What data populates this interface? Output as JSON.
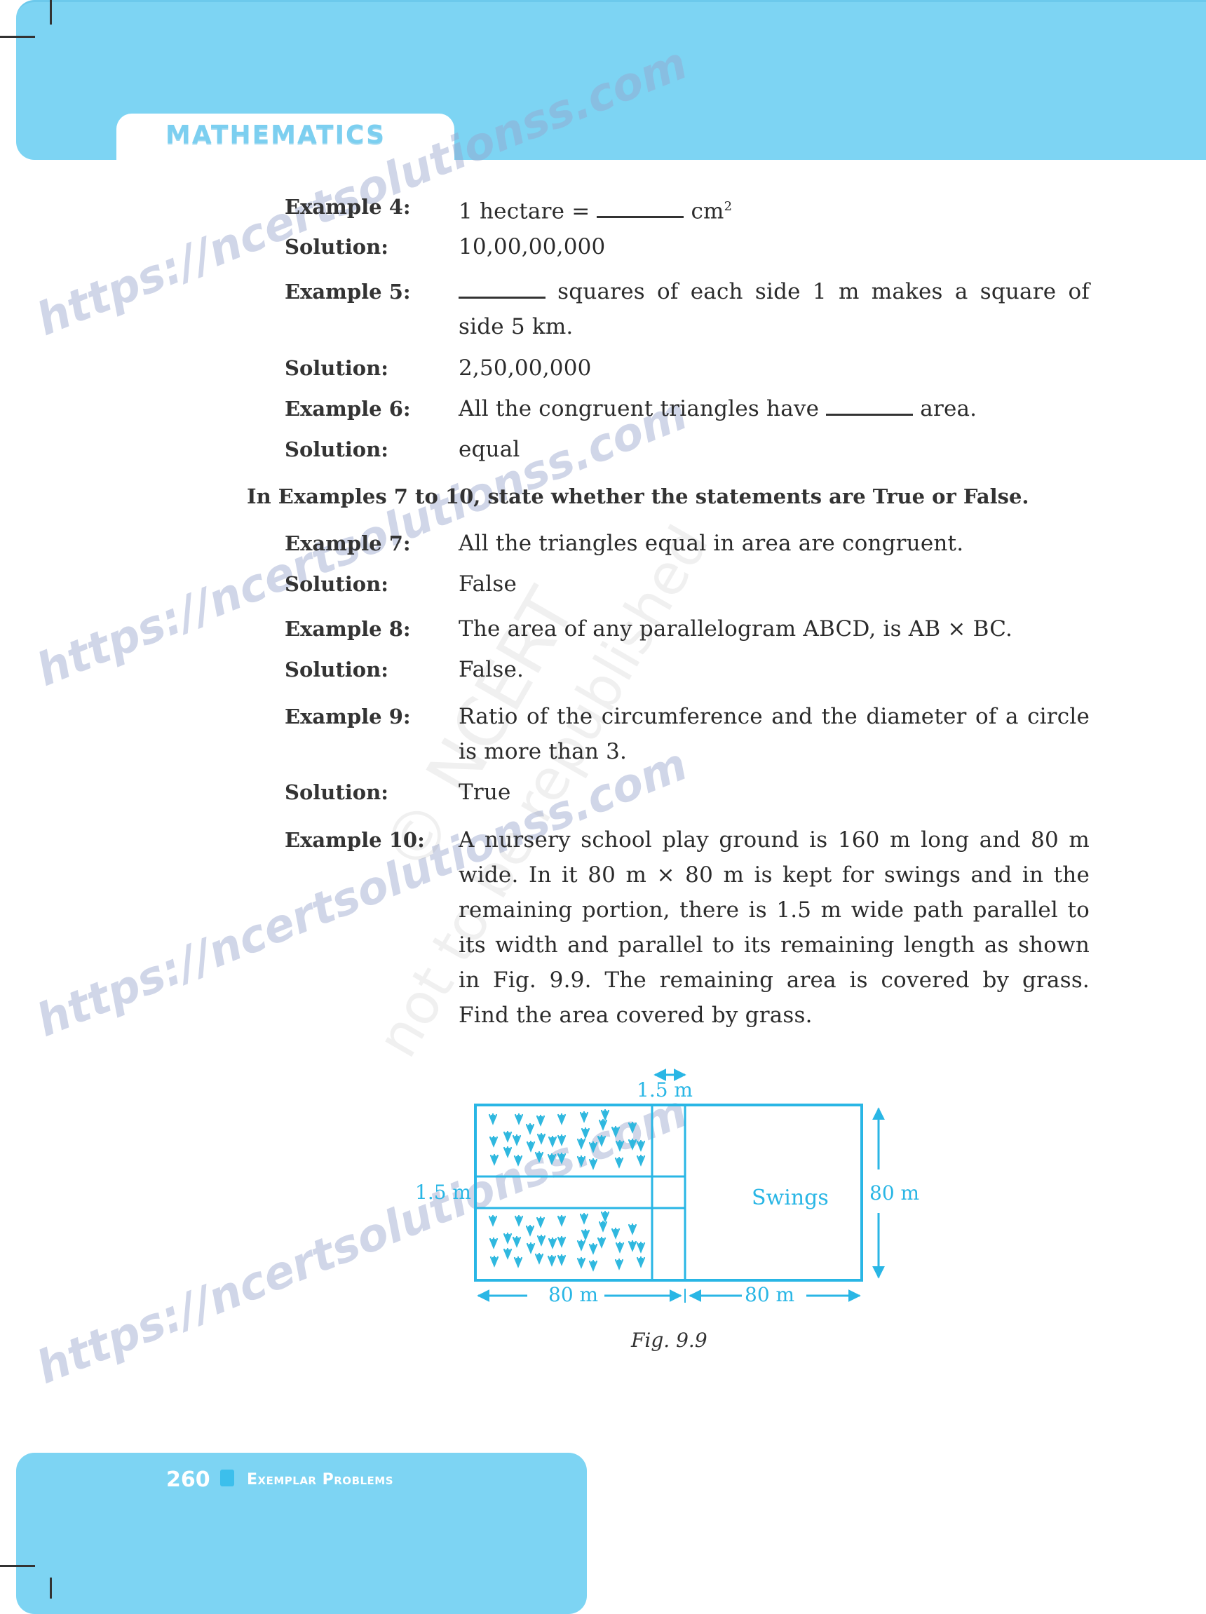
{
  "header": {
    "subject": "MATHEMATICS"
  },
  "watermarks": {
    "site": "https://ncertsolutionss.com",
    "ncert_line1": "© NCERT",
    "ncert_line2": "not to be republished"
  },
  "examples_a": [
    {
      "label": "Example 4:",
      "question_pre": "1 hectare = ",
      "question_post": " cm",
      "question_sup": "2",
      "solution_label": "Solution:",
      "solution": "10,00,00,000"
    },
    {
      "label": "Example 5:",
      "question_pre": "",
      "question_post": " squares of each side 1 m makes a square of side 5 km.",
      "solution_label": "Solution:",
      "solution": "2,50,00,000"
    },
    {
      "label": "Example 6:",
      "question_pre": "All the congruent triangles have ",
      "question_post": " area.",
      "solution_label": "Solution:",
      "solution": "equal"
    }
  ],
  "instruction": "In Examples 7 to 10, state whether the statements are True or False.",
  "examples_b": [
    {
      "label": "Example 7:",
      "question": "All the triangles equal in area are congruent.",
      "solution_label": "Solution:",
      "solution": "False"
    },
    {
      "label": "Example 8:",
      "question": "The area of any parallelogram ABCD, is AB × BC.",
      "solution_label": "Solution:",
      "solution": "False."
    },
    {
      "label": "Example 9:",
      "question": "Ratio of the circumference and the diameter of a circle is more than 3.",
      "solution_label": "Solution:",
      "solution": "True"
    },
    {
      "label": "Example 10:",
      "question": "A nursery school play ground is 160 m long and 80 m wide. In it 80 m × 80 m is kept for swings and in the remaining portion, there is 1.5 m wide path parallel to its width and parallel to its remaining length as shown in Fig. 9.9. The remaining area is covered by grass. Find the area covered by grass."
    }
  ],
  "figure": {
    "caption": "Fig. 9.9",
    "labels": {
      "path_top": "1.5 m",
      "path_left": "1.5 m",
      "swings": "Swings",
      "height": "80 m",
      "bottom_left": "80 m",
      "bottom_right": "80 m"
    },
    "colors": {
      "line": "#29b6e5",
      "grass": "#2fb8df"
    }
  },
  "footer": {
    "page_number": "260",
    "book_title": "Exemplar Problems"
  },
  "colors": {
    "banner": "#7dd4f3",
    "text": "#2b2b2b"
  }
}
